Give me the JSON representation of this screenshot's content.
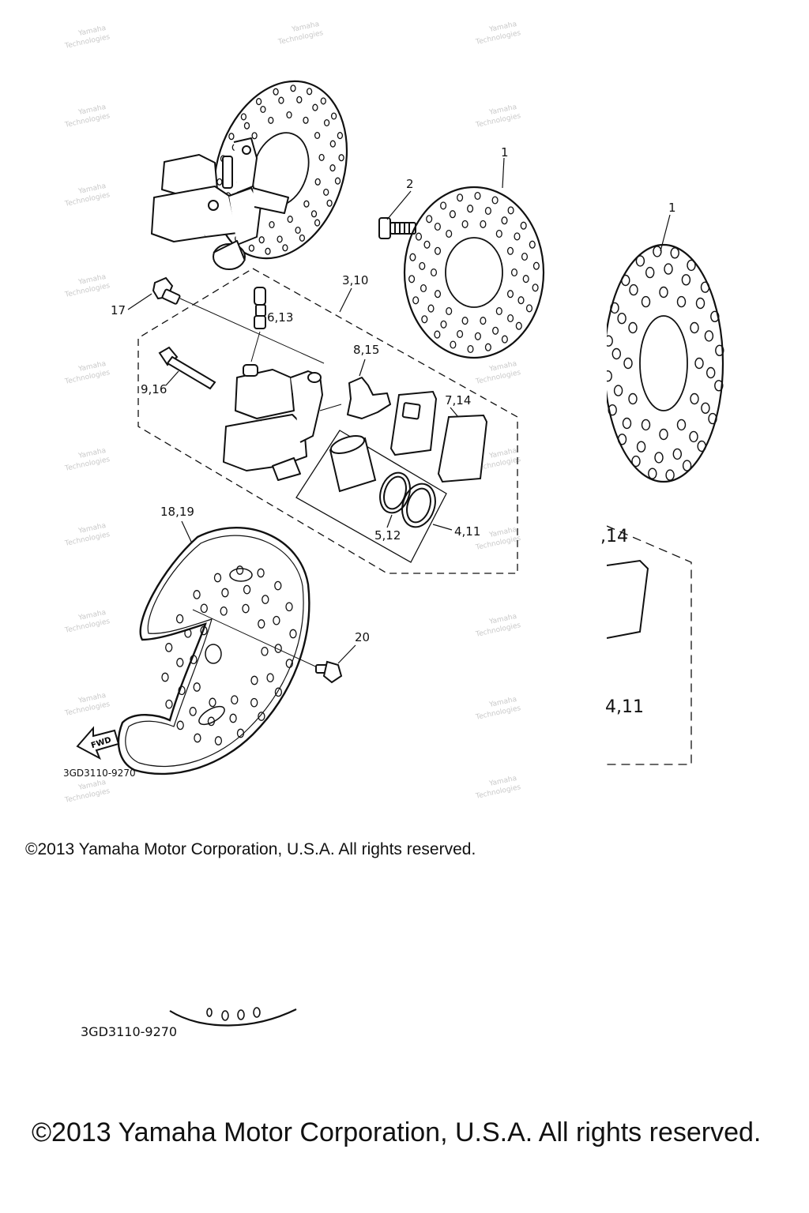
{
  "diagram": {
    "labels": {
      "l1": "1",
      "l2": "2",
      "l3_10": "3,10",
      "l6_13": "6,13",
      "l17": "17",
      "l8_15": "8,15",
      "l9_16": "9,16",
      "l7_14": "7,14",
      "l18_19": "18,19",
      "l4_11": "4,11",
      "l5_12": "5,12",
      "l20": "20",
      "l1_zoom": "1",
      "l14_zoom": ",14",
      "l4_11_zoom": "4,11"
    },
    "fwd_label": "FWD",
    "part_code": "3GD3110-9270",
    "part_code_large": "3GD3110-9270",
    "watermark_line1": "Yamaha",
    "watermark_line2": "Technologies"
  },
  "footer": {
    "copyright_small": "©2013 Yamaha Motor Corporation, U.S.A. All rights reserved.",
    "copyright_large": "©2013 Yamaha Motor Corporation, U.S.A. All rights reserved."
  }
}
